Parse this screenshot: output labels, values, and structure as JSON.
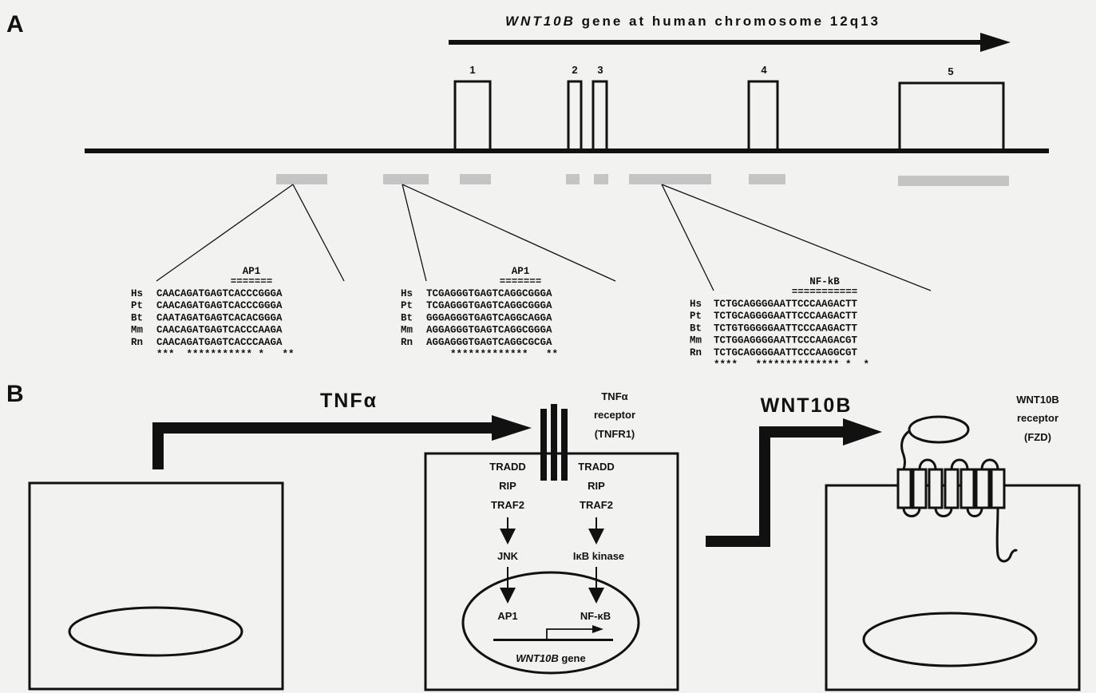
{
  "panelA": {
    "label": "A",
    "gene_italic": "WNT10B",
    "gene_rest": " gene at human chromosome 12q13",
    "exons": [
      "1",
      "2",
      "3",
      "4",
      "5"
    ],
    "alignments": [
      {
        "site": "AP1",
        "marker": "=======",
        "rows": [
          {
            "sp": "Hs",
            "seq": "CAACAGATGAGTCACCCGGGA"
          },
          {
            "sp": "Pt",
            "seq": "CAACAGATGAGTCACCCGGGA"
          },
          {
            "sp": "Bt",
            "seq": "CAATAGATGAGTCACACGGGA"
          },
          {
            "sp": "Mm",
            "seq": "CAACAGATGAGTCACCCAAGA"
          },
          {
            "sp": "Rn",
            "seq": "CAACAGATGAGTCACCCAAGA"
          }
        ],
        "stars": "***  *********** *   **"
      },
      {
        "site": "AP1",
        "marker": "=======",
        "rows": [
          {
            "sp": "Hs",
            "seq": "TCGAGGGTGAGTCAGGCGGGA"
          },
          {
            "sp": "Pt",
            "seq": "TCGAGGGTGAGTCAGGCGGGA"
          },
          {
            "sp": "Bt",
            "seq": "GGGAGGGTGAGTCAGGCAGGA"
          },
          {
            "sp": "Mm",
            "seq": "AGGAGGGTGAGTCAGGCGGGA"
          },
          {
            "sp": "Rn",
            "seq": "AGGAGGGTGAGTCAGGCGCGA"
          }
        ],
        "stars": "    *************   **"
      },
      {
        "site": "NF-kB",
        "marker": "===========",
        "rows": [
          {
            "sp": "Hs",
            "seq": "TCTGCAGGGGAATTCCCAAGACTT"
          },
          {
            "sp": "Pt",
            "seq": "TCTGCAGGGGAATTCCCAAGACTT"
          },
          {
            "sp": "Bt",
            "seq": "TCTGTGGGGGAATTCCCAAGACTT"
          },
          {
            "sp": "Mm",
            "seq": "TCTGGAGGGGAATTCCCAAGACGT"
          },
          {
            "sp": "Rn",
            "seq": "TCTGCAGGGGAATTCCCAAGGCGT"
          }
        ],
        "stars": "****   ************** *  *"
      }
    ]
  },
  "panelB": {
    "label": "B",
    "ligand1": "TNFα",
    "receptor1": [
      "TNFα",
      "receptor",
      "(TNFR1)"
    ],
    "left_adaptors": [
      "TRADD",
      "RIP",
      "TRAF2"
    ],
    "right_adaptors": [
      "TRADD",
      "RIP",
      "TRAF2"
    ],
    "kinase_left": "JNK",
    "kinase_right": "IκB kinase",
    "tf_left": "AP1",
    "tf_right": "NF-κB",
    "nucleus_gene_italic": "WNT10B",
    "nucleus_gene_rest": " gene",
    "ligand2": "WNT10B",
    "receptor2": [
      "WNT10B",
      "receptor",
      "(FZD)"
    ]
  }
}
